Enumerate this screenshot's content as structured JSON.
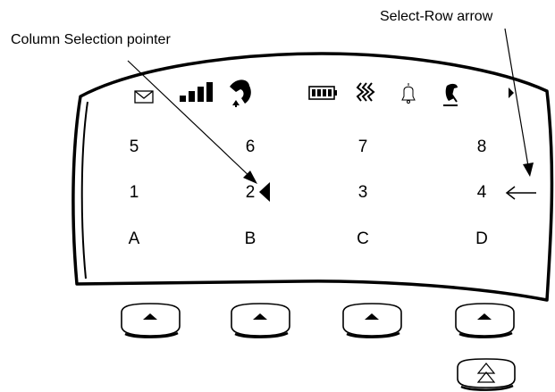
{
  "annotations": {
    "column_pointer_label": "Column Selection pointer",
    "select_row_label": "Select-Row arrow"
  },
  "status_icons": [
    "envelope-icon",
    "signal-strength-icon",
    "phone-handset-icon",
    "battery-icon",
    "vibrate-icon",
    "bell-icon",
    "call-forward-icon",
    "more-arrow-icon"
  ],
  "grid": {
    "rows": [
      [
        "5",
        "6",
        "7",
        "8"
      ],
      [
        "1",
        "2",
        "3",
        "4"
      ],
      [
        "A",
        "B",
        "C",
        "D"
      ]
    ]
  },
  "softkeys": [
    "up-arrow-icon",
    "up-arrow-icon",
    "up-arrow-icon",
    "up-arrow-icon"
  ],
  "extra_key": "double-up-arrow-icon"
}
